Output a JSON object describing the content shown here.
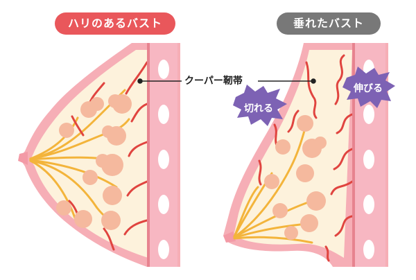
{
  "titles": {
    "firm": "ハリのあるバスト",
    "sagging": "垂れたバスト"
  },
  "callouts": {
    "ligament": "クーパー靭帯",
    "torn": "切れる",
    "stretched": "伸びる"
  },
  "colors": {
    "firm_title_bg": "#e9575b",
    "sagging_title_bg": "#787878",
    "skin": "#f6aeb6",
    "tissue": "#fdf2dc",
    "gland": "#f5b99e",
    "duct": "#f3b43b",
    "ligament": "#e0443f",
    "burst": "#7d62b4",
    "muscle": "#f7b7c2"
  }
}
